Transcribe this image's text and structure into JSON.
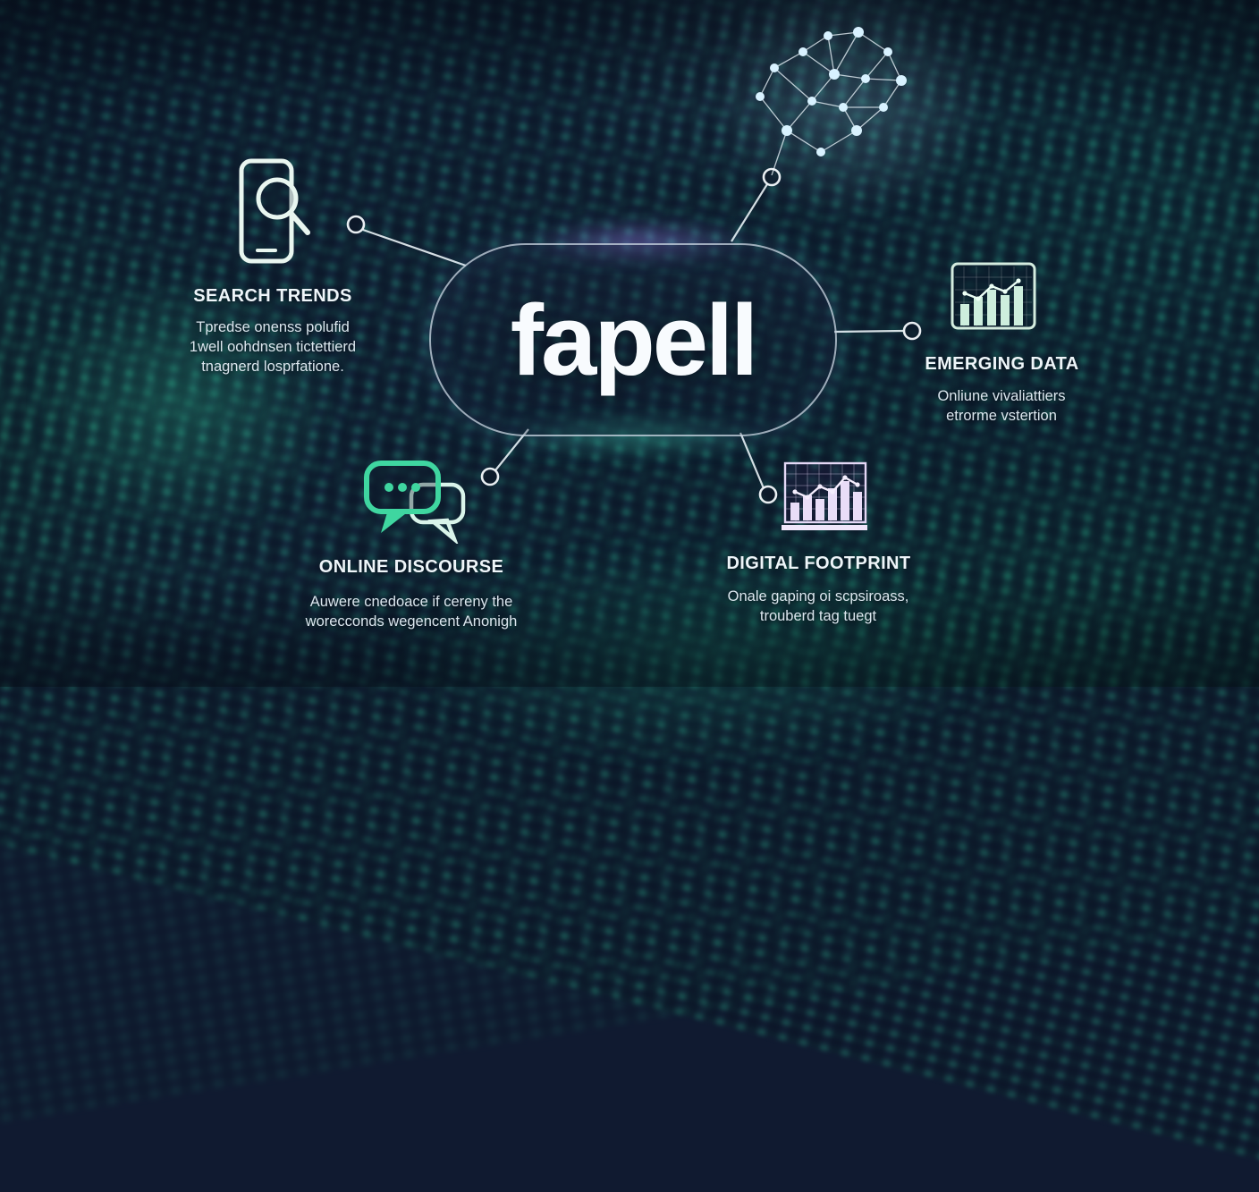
{
  "center": {
    "brand": "fapell"
  },
  "nodes": {
    "search_trends": {
      "title": "SEARCH TRENDS",
      "desc": "Tpredse onenss polufid\n1well oohdnsen tictettierd\ntnagnerd losprfatione.",
      "icon": "phone-magnifier-icon"
    },
    "emerging_data": {
      "title": "EMERGING DATA",
      "desc": "Onliune vivaliattiers\netrorme vstertion",
      "icon": "bar-chart-monitor-icon"
    },
    "online_discourse": {
      "title": "ONLINE DISCOURSE",
      "desc": "Auwere cnedoace if cereny the\nworecconds wegencent Anonigh",
      "icon": "chat-bubbles-icon"
    },
    "digital_footprint": {
      "title": "DIGITAL FOOTPRINT",
      "desc": "Onale gaping oi scpsiroass,\ntrouberd tag tuegt",
      "icon": "bar-chart-grid-icon"
    },
    "network_graph": {
      "icon": "network-constellation-icon"
    }
  },
  "colors": {
    "background": "#101a30",
    "stream_green": "#36ebac",
    "accent_mint": "#cdeedd",
    "accent_green": "#3fd6a0",
    "accent_purple": "#e8dcf8",
    "accent_cyan": "#cfeeff",
    "text": "#eef5f9"
  }
}
